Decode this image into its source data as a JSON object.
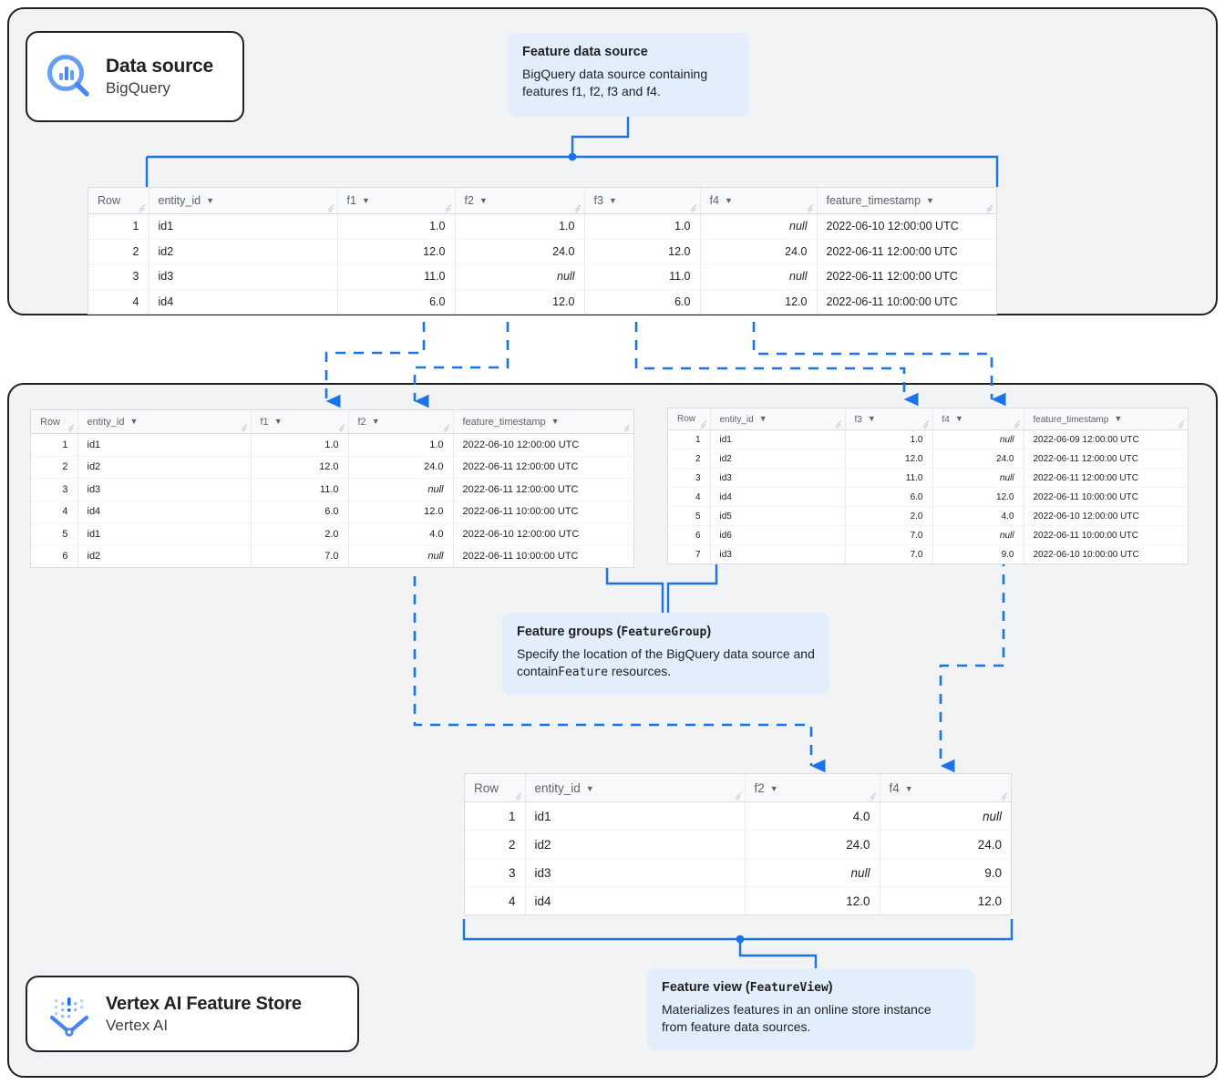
{
  "diagram": {
    "title": "Vertex AI Feature Store data model",
    "accent_color": "#1a73e8",
    "panel_bg": "#f1f3f4",
    "callout_bg": "#e3eefc"
  },
  "badges": {
    "data_source": {
      "title": "Data source",
      "subtitle": "BigQuery",
      "icon": "bigquery-icon"
    },
    "feature_store": {
      "title": "Vertex AI Feature Store",
      "subtitle": "Vertex AI",
      "icon": "vertex-ai-feature-store-icon"
    }
  },
  "callouts": {
    "feature_data_source": {
      "title": "Feature data source",
      "body": "BigQuery data source containing features f1, f2, f3 and f4."
    },
    "feature_groups": {
      "title_plain": "Feature groups (",
      "title_mono": "FeatureGroup",
      "title_close": ")",
      "body_pre": "Specify the location of the BigQuery data source and contain",
      "body_mono": "Feature",
      "body_post": " resources."
    },
    "feature_view": {
      "title_plain": "Feature view (",
      "title_mono": "FeatureView",
      "title_close": ")",
      "body": "Materializes features in an online store instance from feature data sources."
    }
  },
  "tables": {
    "source": {
      "name": "feature-data-source-table",
      "columns": [
        "Row",
        "entity_id",
        "f1",
        "f2",
        "f3",
        "f4",
        "feature_timestamp"
      ],
      "rows": [
        {
          "row": "1",
          "entity_id": "id1",
          "f1": "1.0",
          "f2": "1.0",
          "f3": "1.0",
          "f4": "null",
          "feature_timestamp": "2022-06-10 12:00:00 UTC"
        },
        {
          "row": "2",
          "entity_id": "id2",
          "f1": "12.0",
          "f2": "24.0",
          "f3": "12.0",
          "f4": "24.0",
          "feature_timestamp": "2022-06-11 12:00:00 UTC"
        },
        {
          "row": "3",
          "entity_id": "id3",
          "f1": "11.0",
          "f2": "null",
          "f3": "11.0",
          "f4": "null",
          "feature_timestamp": "2022-06-11 12:00:00 UTC"
        },
        {
          "row": "4",
          "entity_id": "id4",
          "f1": "6.0",
          "f2": "12.0",
          "f3": "6.0",
          "f4": "12.0",
          "feature_timestamp": "2022-06-11 10:00:00 UTC"
        }
      ]
    },
    "feature_group_1": {
      "name": "feature-group-1-table",
      "columns": [
        "Row",
        "entity_id",
        "f1",
        "f2",
        "feature_timestamp"
      ],
      "rows": [
        {
          "row": "1",
          "entity_id": "id1",
          "f1": "1.0",
          "f2": "1.0",
          "feature_timestamp": "2022-06-10 12:00:00 UTC"
        },
        {
          "row": "2",
          "entity_id": "id2",
          "f1": "12.0",
          "f2": "24.0",
          "feature_timestamp": "2022-06-11 12:00:00 UTC"
        },
        {
          "row": "3",
          "entity_id": "id3",
          "f1": "11.0",
          "f2": "null",
          "feature_timestamp": "2022-06-11 12:00:00 UTC"
        },
        {
          "row": "4",
          "entity_id": "id4",
          "f1": "6.0",
          "f2": "12.0",
          "feature_timestamp": "2022-06-11 10:00:00 UTC"
        },
        {
          "row": "5",
          "entity_id": "id1",
          "f1": "2.0",
          "f2": "4.0",
          "feature_timestamp": "2022-06-10 12:00:00 UTC"
        },
        {
          "row": "6",
          "entity_id": "id2",
          "f1": "7.0",
          "f2": "null",
          "feature_timestamp": "2022-06-11 10:00:00 UTC"
        }
      ]
    },
    "feature_group_2": {
      "name": "feature-group-2-table",
      "columns": [
        "Row",
        "entity_id",
        "f3",
        "f4",
        "feature_timestamp"
      ],
      "rows": [
        {
          "row": "1",
          "entity_id": "id1",
          "f3": "1.0",
          "f4": "null",
          "feature_timestamp": "2022-06-09 12:00:00 UTC"
        },
        {
          "row": "2",
          "entity_id": "id2",
          "f3": "12.0",
          "f4": "24.0",
          "feature_timestamp": "2022-06-11 12:00:00 UTC"
        },
        {
          "row": "3",
          "entity_id": "id3",
          "f3": "11.0",
          "f4": "null",
          "feature_timestamp": "2022-06-11 12:00:00 UTC"
        },
        {
          "row": "4",
          "entity_id": "id4",
          "f3": "6.0",
          "f4": "12.0",
          "feature_timestamp": "2022-06-11 10:00:00 UTC"
        },
        {
          "row": "5",
          "entity_id": "id5",
          "f3": "2.0",
          "f4": "4.0",
          "feature_timestamp": "2022-06-10 12:00:00 UTC"
        },
        {
          "row": "6",
          "entity_id": "id6",
          "f3": "7.0",
          "f4": "null",
          "feature_timestamp": "2022-06-11 10:00:00 UTC"
        },
        {
          "row": "7",
          "entity_id": "id3",
          "f3": "7.0",
          "f4": "9.0",
          "feature_timestamp": "2022-06-10 10:00:00 UTC"
        }
      ]
    },
    "feature_view": {
      "name": "feature-view-table",
      "columns": [
        "Row",
        "entity_id",
        "f2",
        "f4"
      ],
      "rows": [
        {
          "row": "1",
          "entity_id": "id1",
          "f2": "4.0",
          "f4": "null"
        },
        {
          "row": "2",
          "entity_id": "id2",
          "f2": "24.0",
          "f4": "24.0"
        },
        {
          "row": "3",
          "entity_id": "id3",
          "f2": "null",
          "f4": "9.0"
        },
        {
          "row": "4",
          "entity_id": "id4",
          "f2": "12.0",
          "f4": "12.0"
        }
      ]
    }
  }
}
